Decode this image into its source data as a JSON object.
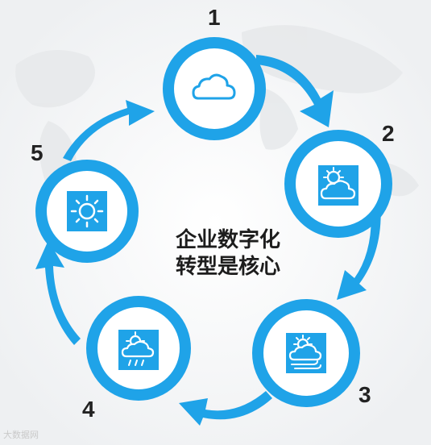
{
  "diagram": {
    "steps": [
      {
        "number": "1",
        "icon": "cloud-icon"
      },
      {
        "number": "2",
        "icon": "sun-cloud-icon"
      },
      {
        "number": "3",
        "icon": "sun-cloud-wind-icon"
      },
      {
        "number": "4",
        "icon": "sun-cloud-rain-icon"
      },
      {
        "number": "5",
        "icon": "sun-icon"
      }
    ],
    "center_line1": "企业数字化",
    "center_line2": "转型是核心"
  },
  "watermark": "大数据网",
  "colors": {
    "accent": "#1fa3e8",
    "text": "#222222",
    "background": "#f6f7f8"
  }
}
